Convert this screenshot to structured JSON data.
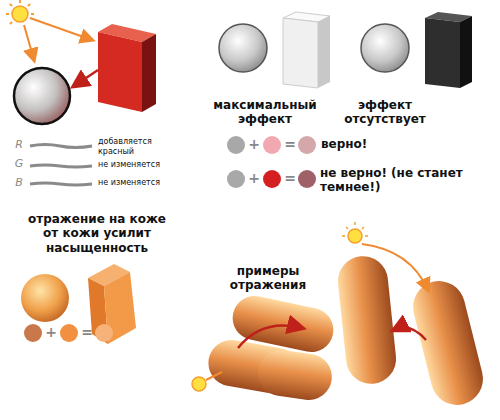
{
  "diagram": {
    "labels": [
      "R",
      "G",
      "B",
      "добавляется красный",
      "не изменяется",
      "не изменяется",
      "максимальный эффект",
      "эффект отсутствует",
      "+",
      "=",
      "верно!",
      "+",
      "=",
      "не верно! (не станет темнее!)",
      "отражение на коже от кожи усилит насыщенность",
      "+",
      "=",
      "примеры отражения"
    ]
  }
}
